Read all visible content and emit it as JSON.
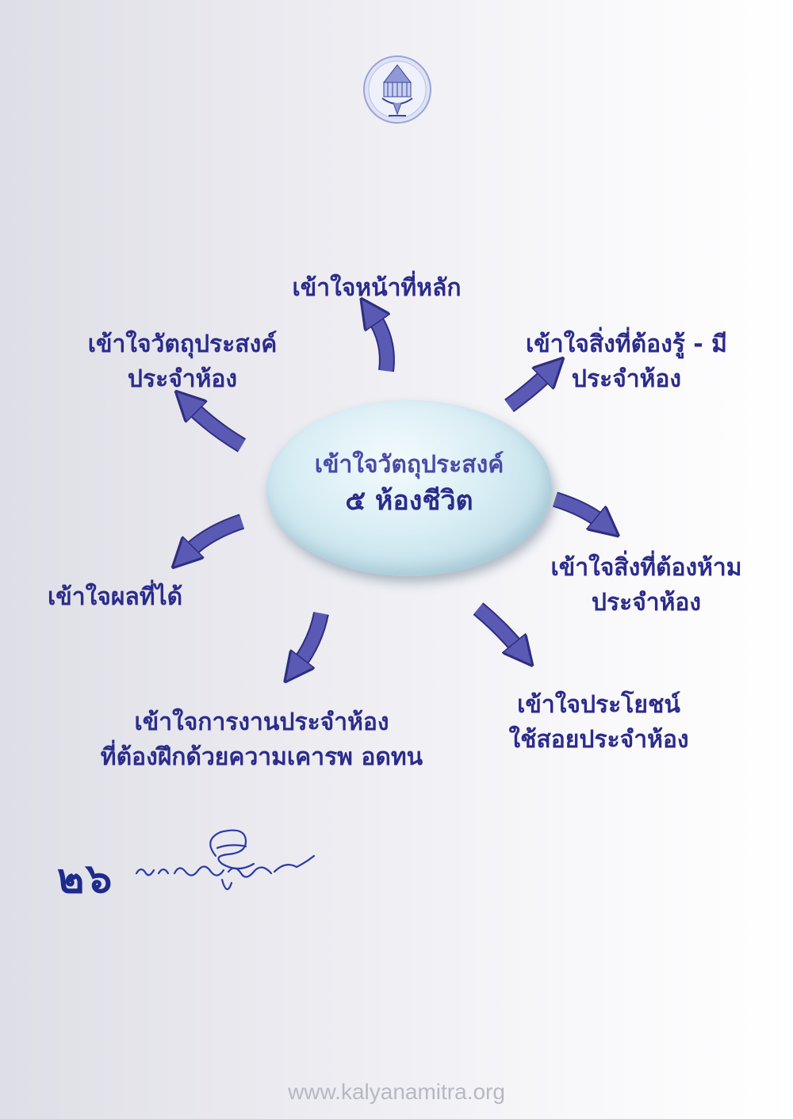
{
  "center": {
    "line1": "เข้าใจวัตถุประสงค์",
    "line2": "๕ ห้องชีวิต"
  },
  "nodes": {
    "top": "เข้าใจหน้าที่หลัก",
    "top_left": [
      "เข้าใจวัตถุประสงค์",
      "ประจำห้อง"
    ],
    "top_right": [
      "เข้าใจสิ่งที่ต้องรู้ - มี",
      "ประจำห้อง"
    ],
    "left": "เข้าใจผลที่ได้",
    "right": [
      "เข้าใจสิ่งที่ต้องห้าม",
      "ประจำห้อง"
    ],
    "bottom_left": [
      "เข้าใจการงานประจำห้อง",
      "ที่ต้องฝึกด้วยความเคารพ อดทน"
    ],
    "bottom_right": [
      "เข้าใจประโยชน์",
      "ใช้สอยประจำห้อง"
    ]
  },
  "page_number": "๒๖",
  "signature": "พระเทพญาณมหามุนี",
  "footer_url": "www.kalyanamitra.org",
  "colors": {
    "text": "#2b2b8c",
    "arrow": "#5a5ab4",
    "arrow_stroke": "#2e2e80"
  }
}
